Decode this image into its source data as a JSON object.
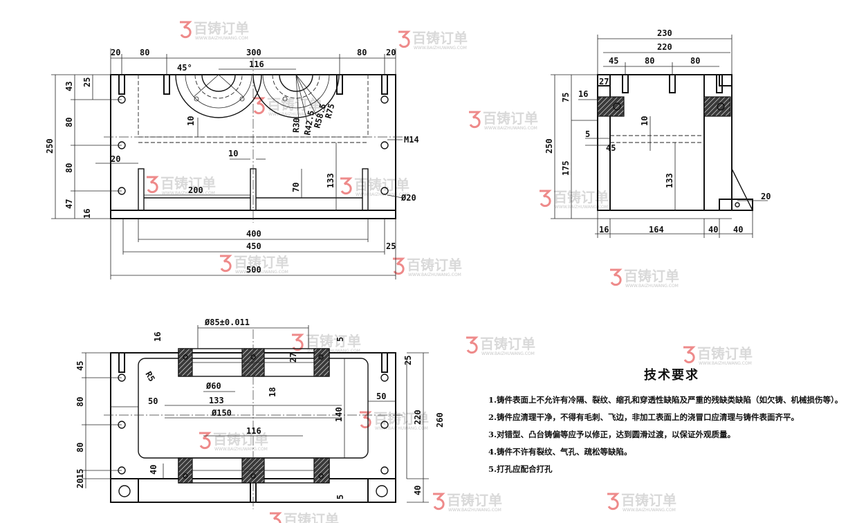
{
  "watermark": {
    "brand": "百铸订单",
    "site": "WWW.BAIZHUWANG.COM",
    "logo_color": "#ee8a8a"
  },
  "front_view": {
    "dims": {
      "top_20_left": "20",
      "top_80_left": "80",
      "top_300": "300",
      "top_80_right": "80",
      "top_20_right": "20",
      "angle": "45°",
      "inner_116": "116",
      "r75": "R75",
      "r58": "R58.5",
      "r42": "R42.5",
      "r30": "R30",
      "left_43": "43",
      "left_25": "25",
      "left_80a": "80",
      "left_80b": "80",
      "left_47": "47",
      "left_16": "16",
      "overall_250": "250",
      "inner_20": "20",
      "gap_10a": "10",
      "gap_10b": "10",
      "slot_200": "200",
      "h_70": "70",
      "h_133": "133",
      "thread": "M14",
      "hole": "Ø20",
      "b_400": "400",
      "b_450": "450",
      "b_25": "25",
      "b_500": "500"
    }
  },
  "side_view": {
    "dims": {
      "w_230": "230",
      "w_220": "220",
      "w_45": "45",
      "w_80a": "80",
      "w_80b": "80",
      "h_27": "27",
      "h_75": "75",
      "h_16": "16",
      "h_250": "250",
      "h_175": "175",
      "h_10": "10",
      "h_5": "5",
      "h_45": "45",
      "h_133": "133",
      "b_20": "20",
      "b_16": "16",
      "b_164": "164",
      "b_40a": "40",
      "b_40b": "40"
    }
  },
  "top_view": {
    "dims": {
      "d85": "Ø85±0.011",
      "h_16": "16",
      "h_5a": "5",
      "h_27": "27",
      "h_25": "25",
      "l_45": "45",
      "l_80a": "80",
      "l_80b": "80",
      "l_40": "40",
      "l_20": "20",
      "l_15": "15",
      "r5": "R5",
      "d60": "Ø60",
      "h_18": "18",
      "w_50a": "50",
      "w_50b": "50",
      "w_133": "133",
      "d150": "Ø150",
      "w_116": "116",
      "h_140": "140",
      "h_220": "220",
      "h_260": "260",
      "h_40": "40",
      "h_5b": "5"
    }
  },
  "tech": {
    "title": "技术要求",
    "items": [
      "1.铸件表面上不允许有冷隔、裂纹、缩孔和穿透性缺陷及严重的残缺类缺陷（如欠铸、机械损伤等）。",
      "2.铸件应清理干净，不得有毛刺、飞边，非加工表面上的浇冒口应清理与铸件表面齐平。",
      "3.对错型、凸台铸偏等应予以修正，达到圆滑过渡，以保证外观质量。",
      "4.铸件不许有裂纹、气孔、疏松等缺陷。",
      "5.打孔应配合打孔"
    ]
  }
}
